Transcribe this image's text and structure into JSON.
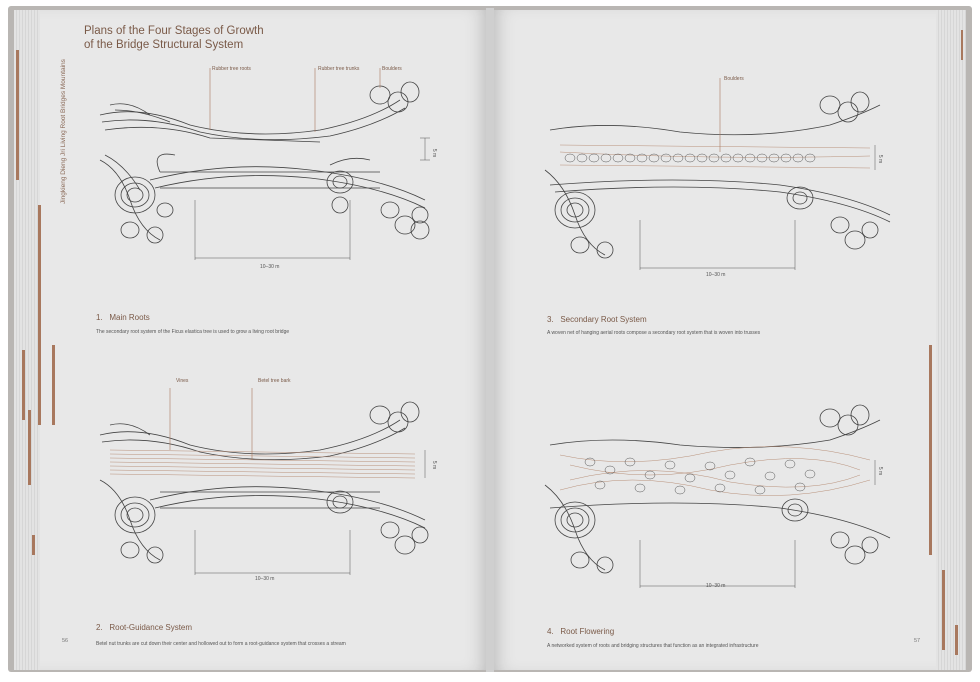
{
  "book": {
    "left_page": {
      "title_line1": "Plans of the Four Stages of Growth",
      "title_line2": "of the Bridge Structural System",
      "running_head": "Jingkieng Dieng Jri Living Root Bridges    Mountains",
      "page_number": "56",
      "stage1": {
        "number": "1.",
        "name": "Main Roots",
        "caption": "The secondary root system of the Ficus elastica tree is used to grow a living root bridge",
        "callouts": [
          "Rubber tree roots",
          "Rubber tree trunks",
          "Boulders"
        ],
        "width_label": "10–30 m",
        "height_label": "5 m"
      },
      "stage2": {
        "number": "2.",
        "name": "Root-Guidance System",
        "caption": "Betel nut trunks are cut down their center and hollowed out to form a root-guidance system that crosses a stream",
        "callouts": [
          "Vines",
          "Betel tree bark"
        ],
        "width_label": "10–30 m",
        "height_label": "5 m"
      }
    },
    "right_page": {
      "page_number": "57",
      "stage3": {
        "number": "3.",
        "name": "Secondary Root System",
        "caption": "A woven net of hanging aerial roots compose a secondary root system that is woven into trusses",
        "callouts": [
          "Boulders"
        ],
        "width_label": "10–30 m",
        "height_label": "5 m"
      },
      "stage4": {
        "number": "4.",
        "name": "Root Flowering",
        "caption": "A networked system of roots and bridging structures that function as an integrated infrastructure",
        "width_label": "10–30 m",
        "height_label": "5 m"
      }
    },
    "colors": {
      "accent": "#a8785e",
      "page": "#e8e8e8",
      "ink": "#3a3a3a"
    }
  }
}
